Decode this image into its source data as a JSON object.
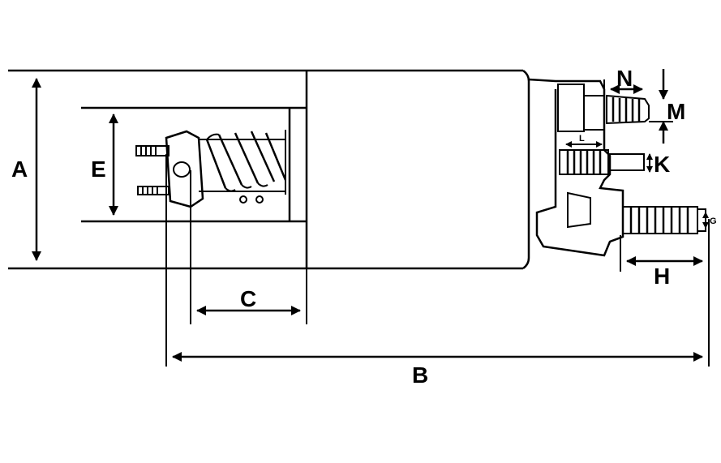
{
  "dimensions": {
    "a": "A",
    "b": "B",
    "c": "C",
    "e": "E",
    "g": "G",
    "h": "H",
    "k": "K",
    "l": "L",
    "m": "M",
    "n": "N"
  },
  "colors": {
    "ink": "#000000",
    "background": "#ffffff"
  }
}
